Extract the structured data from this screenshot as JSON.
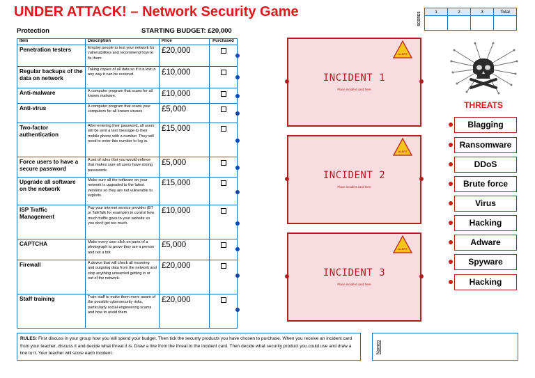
{
  "title": "UNDER ATTACK! – Network Security Game",
  "scores": {
    "label": "SCORES",
    "columns": [
      "1",
      "2",
      "3",
      "Total"
    ]
  },
  "protection_label": "Protection",
  "budget_label": "STARTING BUDGET: £20,000",
  "table": {
    "headers": [
      "Item",
      "Description",
      "Price",
      "Purchased"
    ],
    "rows": [
      {
        "item": "Penetration testers",
        "description": "Employ people to test your network for vulnerabilities and recommend how to fix them",
        "price": "£20,000"
      },
      {
        "item": "Regular backups of the data on network",
        "description": "Taking copies of all data so if it is lost in any way it can be restored.",
        "price": "£10,000"
      },
      {
        "item": "Anti-malware",
        "description": "A computer program that scans for all known malware.",
        "price": "£10,000"
      },
      {
        "item": "Anti-virus",
        "description": "A computer program that scans your computers for all known viruses",
        "price": "£5,000"
      },
      {
        "item": "Two-factor authentication",
        "description": "After entering their password, all users will be sent a text message to their mobile phone with a number. They will need to enter this number to log in.",
        "price": "£15,000"
      },
      {
        "item": "Force users to have a secure password",
        "description": "A set of rules that you would enforce that makes sure all users have strong passwords.",
        "price": "£5,000"
      },
      {
        "item": "Upgrade all software on the network",
        "description": "Make sure all the software on your network is upgraded to the latest versions so they are not vulnerable to exploits.",
        "price": "£15,000"
      },
      {
        "item": "ISP Traffic Management",
        "description": "Pay your internet service provider (BT or TalkTalk for example) to control how much traffic goes to your website so you don't get too much.",
        "price": "£10,000"
      },
      {
        "item": "CAPTCHA",
        "description": "Make every user click on parts of a photograph to prove they are a person and not a bot",
        "price": "£5,000"
      },
      {
        "item": "Firewall",
        "description": "A device that will check all incoming and outgoing data from the network and stop anything unwanted getting in or out of the network.",
        "price": "£20,000"
      },
      {
        "item": "Staff training",
        "description": "Train staff to make them more aware of the possible cybersecurity risks, particularly social engineering scams and how to avoid them",
        "price": "£20,000"
      }
    ]
  },
  "incidents": [
    {
      "title": "INCIDENT 1",
      "subtitle": "Place incident card here"
    },
    {
      "title": "INCIDENT 2",
      "subtitle": "Place incident card here"
    },
    {
      "title": "INCIDENT 3",
      "subtitle": "Place incident card here"
    }
  ],
  "warning_sign_text": "ALERT",
  "threats_title": "THREATS",
  "threats": [
    "Blagging",
    "Ransomware",
    "DDoS",
    "Brute force",
    "Virus",
    "Hacking",
    "Adware",
    "Spyware",
    "Hacking"
  ],
  "rules": {
    "label": "RULES:",
    "text": " First discuss in your group how you will spend your budget. Then tick the security products you have chosen to purchase. When you receive an incident card from your teacher, discuss it and decide what threat it is. Draw a line from the threat to the incident card. Then decide what security product you could use and draw a line to it. Your teacher will score each incident."
  },
  "names_label": "Names",
  "colors": {
    "title_red": "#e8141c",
    "border_blue": "#1f6fb5",
    "incident_fill": "#f8dcdf",
    "incident_border": "#b01e1e",
    "connector_blue": "#1546a8"
  }
}
